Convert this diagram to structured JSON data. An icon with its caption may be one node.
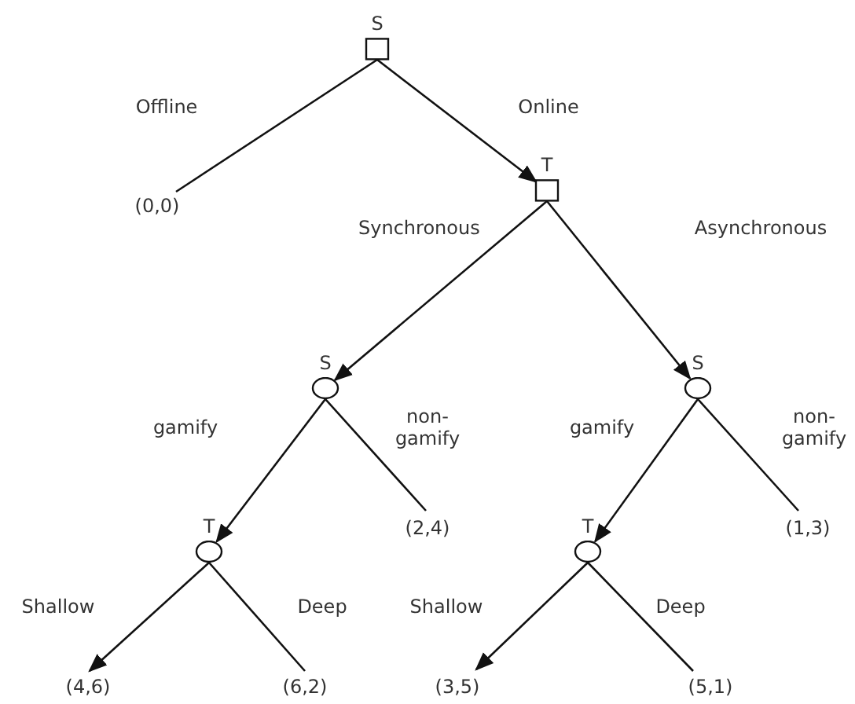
{
  "diagram": {
    "nodes": [
      {
        "text": [
          "S"
        ]
      },
      {
        "text": [
          "(0,0)"
        ]
      },
      {
        "text": [
          "T"
        ]
      },
      {
        "text": [
          "S"
        ]
      },
      {
        "text": [
          "S"
        ]
      },
      {
        "text": [
          "T"
        ]
      },
      {
        "text": [
          "(2,4)"
        ]
      },
      {
        "text": [
          "T"
        ]
      },
      {
        "text": [
          "(1,3)"
        ]
      },
      {
        "text": [
          "(4,6)"
        ]
      },
      {
        "text": [
          "(6,2)"
        ]
      },
      {
        "text": [
          "(3,5)"
        ]
      },
      {
        "text": [
          "(5,1)"
        ]
      }
    ],
    "edges": [
      {
        "from": 0,
        "to": 1,
        "arrow": "none",
        "label": "Offline"
      },
      {
        "from": 0,
        "to": 2,
        "arrow": "to",
        "label": "Online"
      },
      {
        "from": 2,
        "to": 3,
        "arrow": "to",
        "label": "Synchronous"
      },
      {
        "from": 2,
        "to": 4,
        "arrow": "to",
        "label": "Asynchronous"
      },
      {
        "from": 3,
        "to": 5,
        "arrow": "to",
        "label": "gamify"
      },
      {
        "from": 3,
        "to": 6,
        "arrow": "none",
        "label": "non-gamify"
      },
      {
        "from": 4,
        "to": 7,
        "arrow": "to",
        "label": "gamify"
      },
      {
        "from": 4,
        "to": 8,
        "arrow": "none",
        "label": "non-gamify"
      },
      {
        "from": 5,
        "to": 9,
        "arrow": "to",
        "label": "Shallow"
      },
      {
        "from": 5,
        "to": 10,
        "arrow": "none",
        "label": "Deep"
      },
      {
        "from": 7,
        "to": 11,
        "arrow": "to",
        "label": "Shallow"
      },
      {
        "from": 7,
        "to": 12,
        "arrow": "none",
        "label": "Deep"
      }
    ]
  }
}
